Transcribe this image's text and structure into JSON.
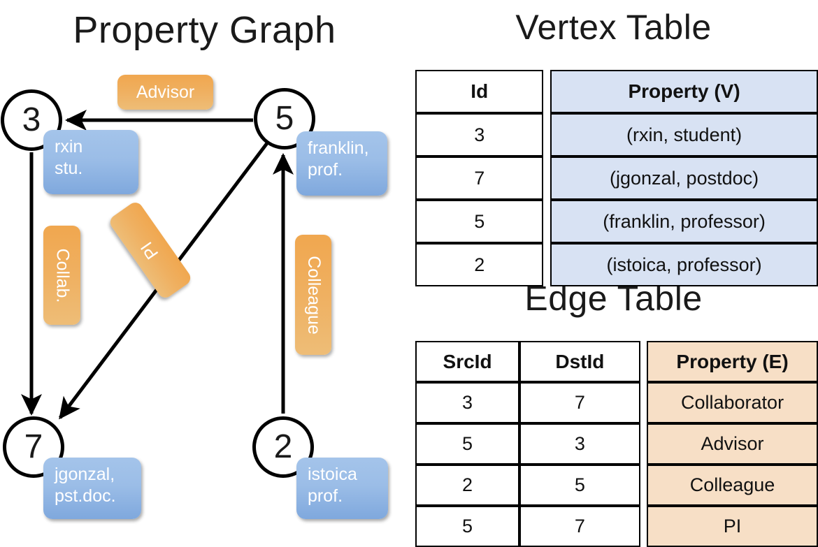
{
  "titles": {
    "property_graph": "Property Graph",
    "vertex_table": "Vertex Table",
    "edge_table": "Edge Table"
  },
  "colors": {
    "node_fill": "#ffffff",
    "node_stroke": "#000000",
    "vertex_property_blue": "#d8e2f3",
    "edge_property_orange": "#f7dfc6",
    "box_blue_top": "#a4c4ea",
    "box_blue_bottom": "#7fa8dd",
    "box_orange_top": "#f0a74f",
    "box_orange_bottom": "#eebd77"
  },
  "graph": {
    "nodes": [
      {
        "id": "3",
        "label": "rxin\nstu."
      },
      {
        "id": "5",
        "label": "franklin,\nprof."
      },
      {
        "id": "7",
        "label": "jgonzal,\npst.doc."
      },
      {
        "id": "2",
        "label": "istoica\nprof."
      }
    ],
    "node_ids": {
      "n3": "3",
      "n5": "5",
      "n7": "7",
      "n2": "2"
    },
    "node_props": {
      "n3_line1": "rxin",
      "n3_line2": "stu.",
      "n5_line1": "franklin,",
      "n5_line2": "prof.",
      "n7_line1": "jgonzal,",
      "n7_line2": "pst.doc.",
      "n2_line1": "istoica",
      "n2_line2": "prof."
    },
    "edge_labels": {
      "advisor": "Advisor",
      "collab": "Collab.",
      "pi": "PI",
      "colleague": "Colleague"
    },
    "edges": [
      {
        "src": "5",
        "dst": "3",
        "label": "Advisor"
      },
      {
        "src": "3",
        "dst": "7",
        "label": "Collab."
      },
      {
        "src": "5",
        "dst": "7",
        "label": "PI"
      },
      {
        "src": "2",
        "dst": "5",
        "label": "Colleague"
      }
    ]
  },
  "vertex_table": {
    "headers": [
      "Id",
      "Property (V)"
    ],
    "rows": [
      {
        "id": "3",
        "property": "(rxin, student)"
      },
      {
        "id": "7",
        "property": "(jgonzal, postdoc)"
      },
      {
        "id": "5",
        "property": "(franklin, professor)"
      },
      {
        "id": "2",
        "property": "(istoica, professor)"
      }
    ]
  },
  "edge_table": {
    "headers": [
      "SrcId",
      "DstId",
      "Property (E)"
    ],
    "rows": [
      {
        "src": "3",
        "dst": "7",
        "property": "Collaborator"
      },
      {
        "src": "5",
        "dst": "3",
        "property": "Advisor"
      },
      {
        "src": "2",
        "dst": "5",
        "property": "Colleague"
      },
      {
        "src": "5",
        "dst": "7",
        "property": "PI"
      }
    ]
  }
}
